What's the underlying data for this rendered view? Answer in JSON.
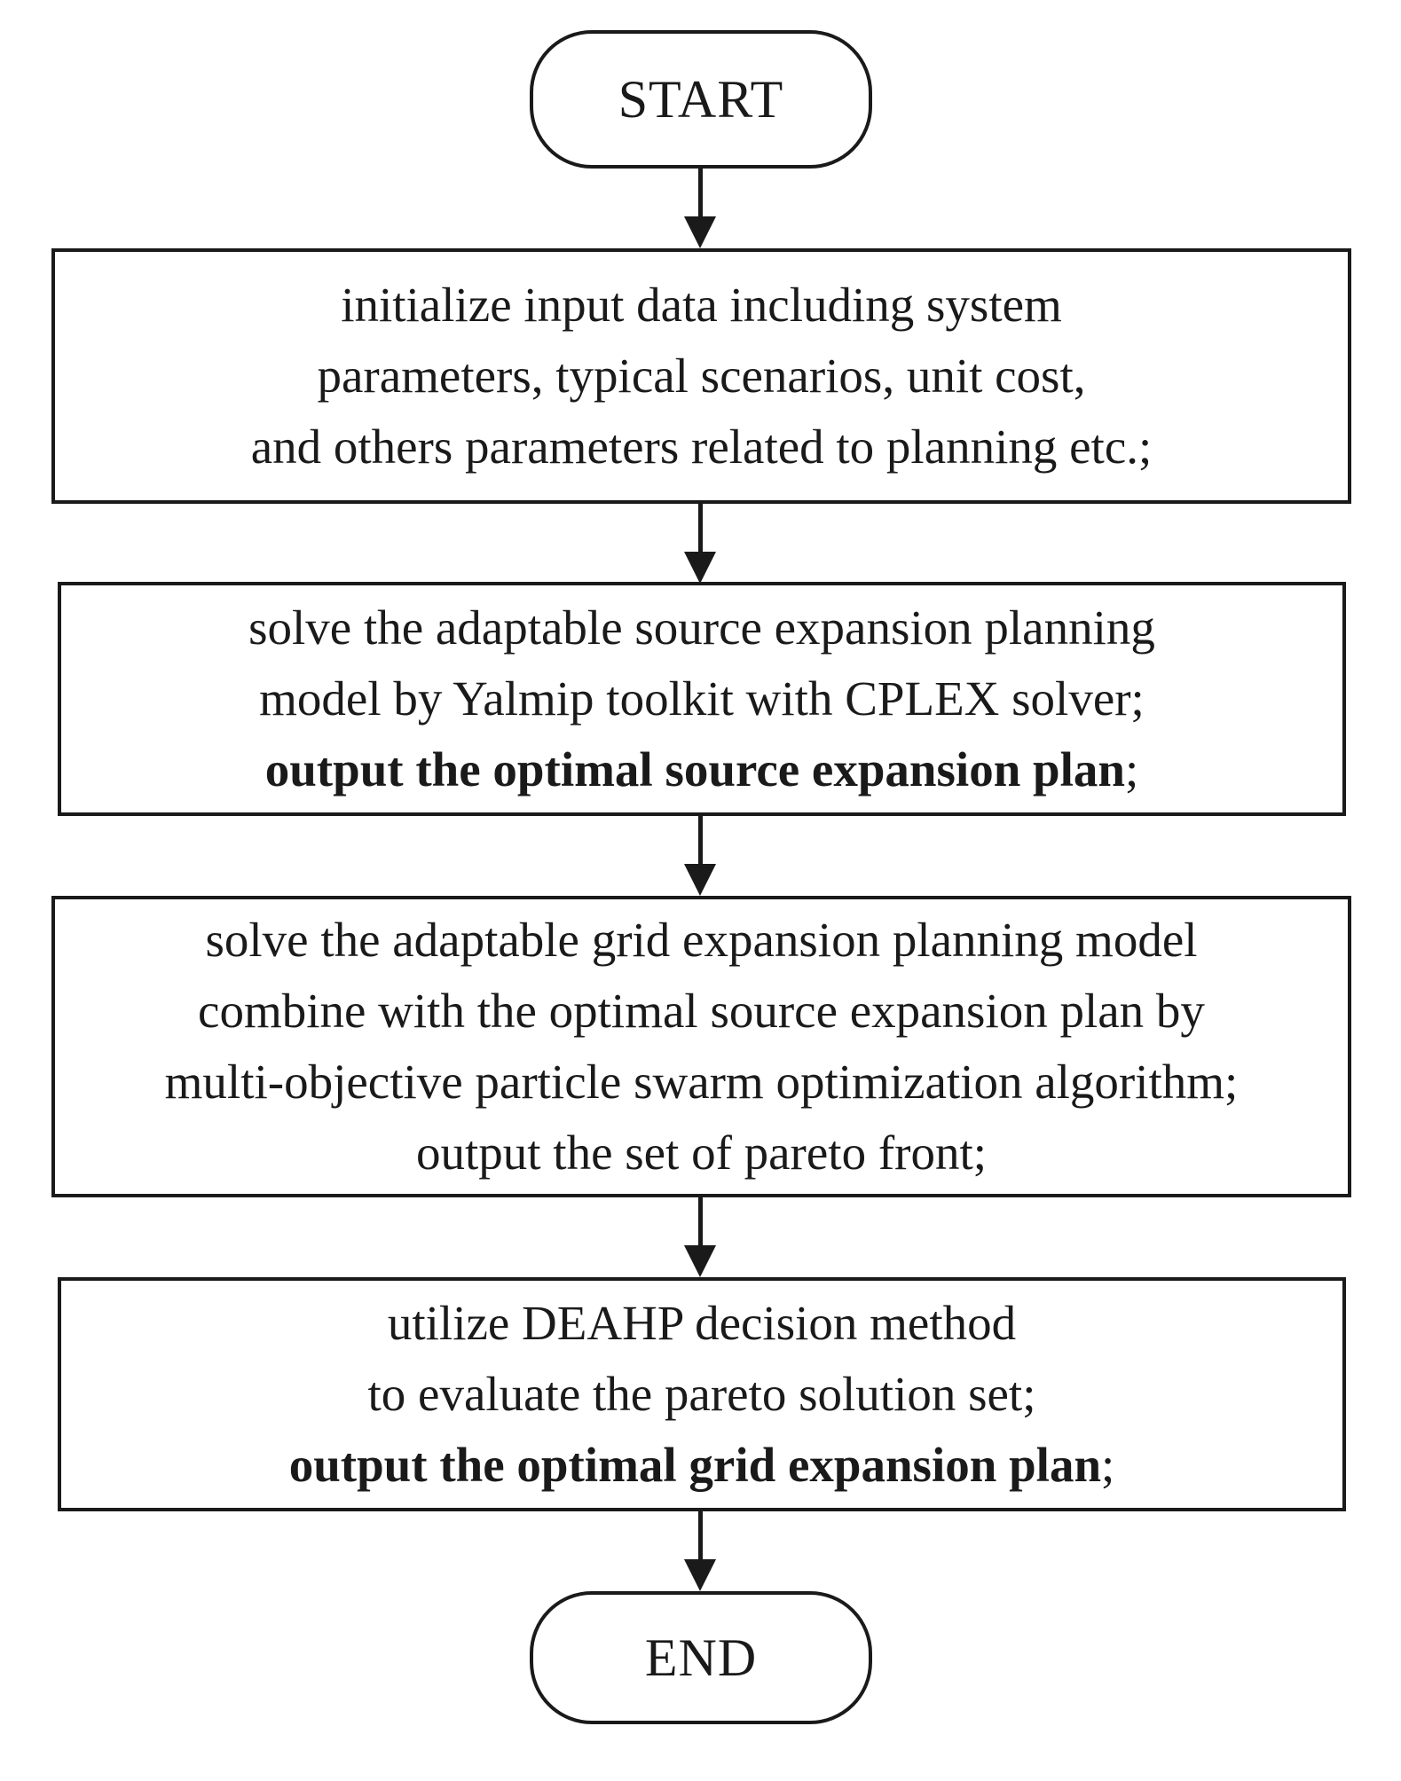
{
  "flowchart": {
    "start_label": "START",
    "end_label": "END",
    "steps": [
      {
        "lines": [
          {
            "text": "initialize input data including system",
            "suffix": ""
          },
          {
            "text": "parameters,  typical scenarios, unit cost,",
            "suffix": ""
          },
          {
            "text": "and others parameters related to planning etc.;",
            "suffix": ""
          }
        ]
      },
      {
        "lines": [
          {
            "text": "solve the adaptable source expansion planning",
            "suffix": ""
          },
          {
            "text": "model by Yalmip toolkit with CPLEX solver;",
            "suffix": ""
          },
          {
            "text": "output the optimal source expansion plan",
            "suffix": ";"
          }
        ]
      },
      {
        "lines": [
          {
            "text": "solve the adaptable grid expansion planning model",
            "suffix": ""
          },
          {
            "text": "combine with the optimal source expansion plan by",
            "suffix": ""
          },
          {
            "text": "multi-objective particle swarm optimization algorithm;",
            "suffix": ""
          },
          {
            "text": "output the set of pareto front;",
            "suffix": ""
          }
        ]
      },
      {
        "lines": [
          {
            "text": "utilize DEAHP decision method",
            "suffix": ""
          },
          {
            "text": "to evaluate the pareto solution set;",
            "suffix": ""
          },
          {
            "text": "output the optimal grid expansion plan",
            "suffix": ";"
          }
        ]
      }
    ]
  }
}
